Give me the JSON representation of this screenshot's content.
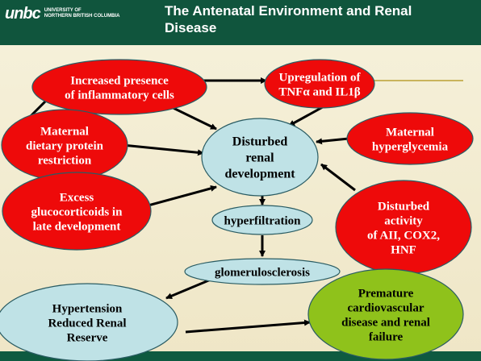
{
  "header": {
    "logo_mark": "unbc",
    "logo_line1": "UNIVERSITY OF",
    "logo_line2": "NORTHERN BRITISH COLUMBIA",
    "title_line1": "The Antenatal Environment and Renal",
    "title_line2": "Disease"
  },
  "nodes": {
    "inflammatory": [
      "Increased presence",
      "of inflammatory cells"
    ],
    "upregulation": [
      "Upregulation of",
      "TNFα and IL1β"
    ],
    "protein": [
      "Maternal",
      "dietary protein",
      "restriction"
    ],
    "disturbed_renal": [
      "Disturbed",
      "renal",
      "development"
    ],
    "hyperglycemia": [
      "Maternal",
      "hyperglycemia"
    ],
    "glucocorticoids": [
      "Excess",
      "glucocorticoids in",
      "late development"
    ],
    "hyperfiltration": [
      "hyperfiltration"
    ],
    "disturbed_activity": [
      "Disturbed",
      "activity",
      "of AII, COX2,",
      "HNF"
    ],
    "glomerulosclerosis": [
      "glomerulosclerosis"
    ],
    "hypertension": [
      "Hypertension",
      "Reduced Renal",
      "Reserve"
    ],
    "premature": [
      "Premature",
      "cardiovascular",
      "disease and renal",
      "failure"
    ]
  },
  "colors": {
    "header": "#10553d",
    "background": "#f5f0d9",
    "red_node": "#ee0a0a",
    "blue_node": "#bfe2e6",
    "green_node": "#8fc21b",
    "arrow": "#000000"
  }
}
